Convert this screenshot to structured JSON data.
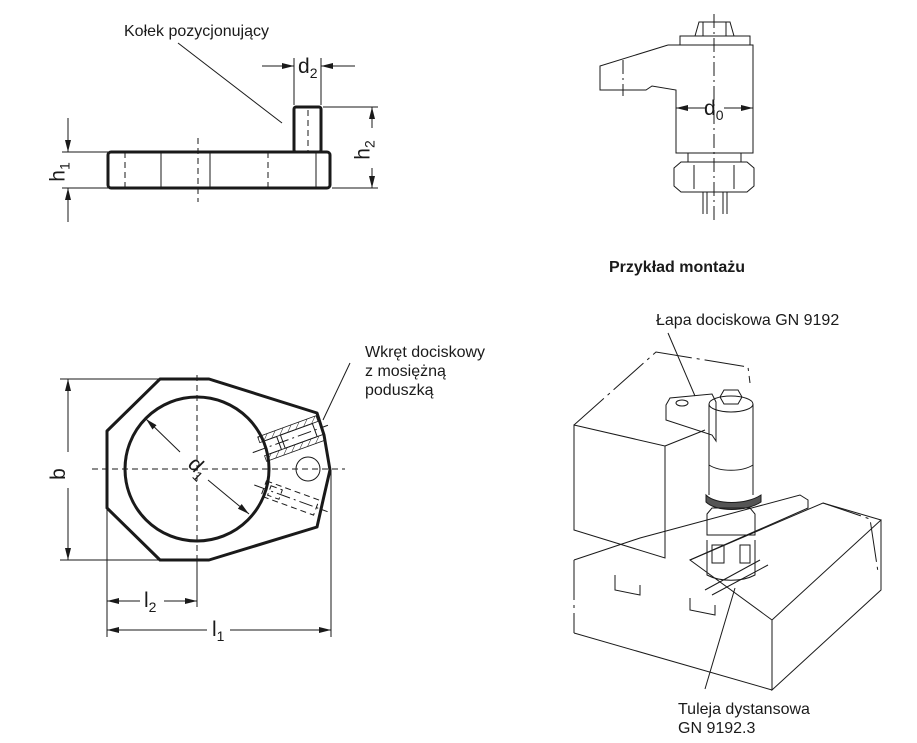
{
  "views": {
    "side_view": {
      "callout_positioning_pin": "Kołek pozycjonujący",
      "dimensions": {
        "d2": {
          "base": "d",
          "sub": "2"
        },
        "h1": {
          "base": "h",
          "sub": "1"
        },
        "h2": {
          "base": "h",
          "sub": "2"
        }
      }
    },
    "clamp_view": {
      "dimensions": {
        "d0": {
          "base": "d",
          "sub": "0"
        }
      }
    },
    "plan_view": {
      "callout_set_screw": [
        "Wkręt dociskowy",
        "z mosiężną",
        "poduszką"
      ],
      "dimensions": {
        "b": {
          "base": "b",
          "sub": ""
        },
        "d1": {
          "base": "d",
          "sub": "1"
        },
        "l1": {
          "base": "l",
          "sub": "1"
        },
        "l2": {
          "base": "l",
          "sub": "2"
        }
      }
    },
    "assembly_example": {
      "title": "Przykład montażu",
      "callout_clamp": "Łapa dociskowa GN 9192",
      "callout_spacer": [
        "Tuleja dystansowa",
        "GN 9192.3"
      ]
    }
  },
  "colors": {
    "line": "#1a1a1a",
    "highlight_ring": "#555555",
    "background": "#ffffff"
  }
}
